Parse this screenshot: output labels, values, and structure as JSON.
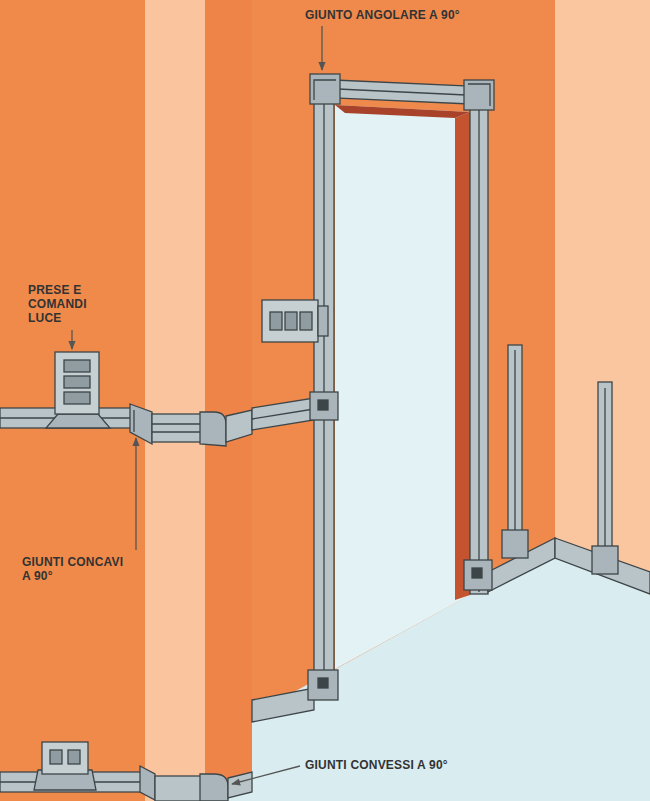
{
  "diagram": {
    "labels": [
      "GIUNTO ANGOLARE A 90°",
      "PRESE E COMANDI LUCE",
      "GIUNTI CONCAVI A 90°",
      "GIUNTI CONVESSI A 90°"
    ]
  }
}
